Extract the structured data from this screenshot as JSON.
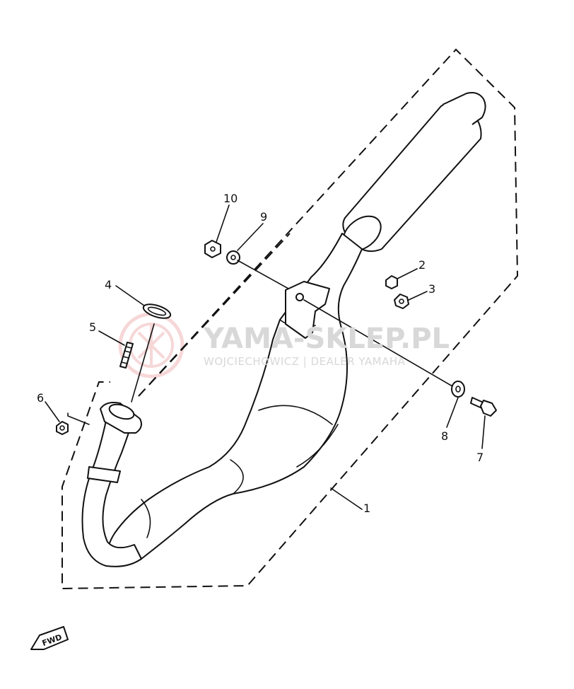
{
  "callouts": {
    "c1": "1",
    "c2": "2",
    "c3": "3",
    "c4": "4",
    "c5": "5",
    "c6": "6",
    "c7": "7",
    "c8": "8",
    "c9": "9",
    "c10": "10"
  },
  "badge": {
    "fwd": "FWD"
  },
  "watermark": {
    "brand": "YAMA-SKLEP.PL",
    "subtitle": "WOJCIECHOWICZ | DEALER YAMAHA"
  },
  "colors": {
    "ink": "#111111",
    "watermark_logo": "#f0b8b8",
    "watermark_text": "#d8d8d8"
  }
}
